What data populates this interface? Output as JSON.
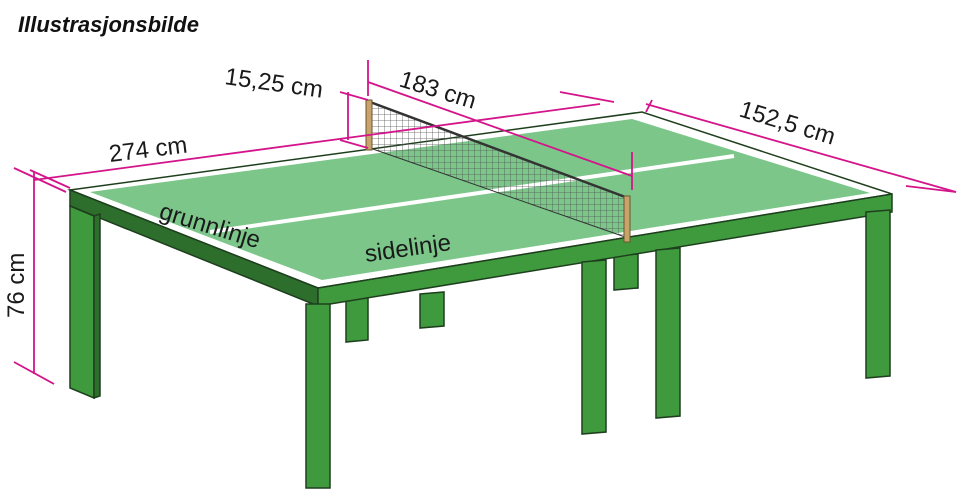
{
  "title": "Illustrasjonsbilde",
  "dimensions": {
    "length": "274 cm",
    "width": "152,5 cm",
    "height": "76 cm",
    "net_length": "183 cm",
    "net_height": "15,25 cm"
  },
  "labels": {
    "baseline": "grunnlinje",
    "sideline": "sidelinje"
  },
  "colors": {
    "surface": "#7cc68a",
    "frame": "#3f9a3e",
    "frame_dark": "#2d6e2d",
    "outline": "#1e3f1e",
    "dimension": "#d4148a",
    "net": "#555555",
    "post": "#c9a46a"
  }
}
